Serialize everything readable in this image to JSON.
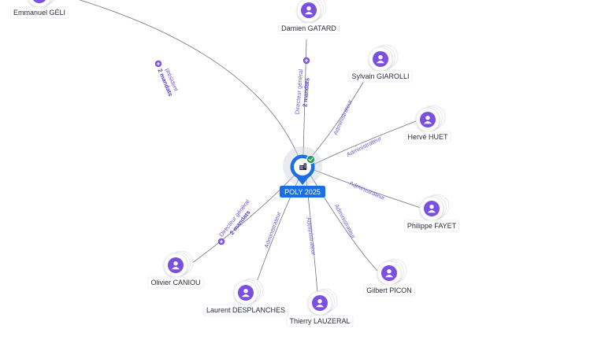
{
  "company": {
    "name": "POLY 2025",
    "verified": true,
    "icon": "building-icon",
    "accent_color": "#1a6fe6"
  },
  "colors": {
    "person_avatar": "#7b4fe0",
    "edge": "#6f7387",
    "relation_text": "#7457d9",
    "verified_badge": "#21a05a"
  },
  "people": [
    {
      "name": "Emmanuel GÉLI",
      "role": "président",
      "mandats": "2 mandats"
    },
    {
      "name": "Damien GATARD",
      "role": "Directeur général",
      "mandats": "2 mandats"
    },
    {
      "name": "Sylvain GIAROLLI",
      "role": "Administrateur",
      "mandats": ""
    },
    {
      "name": "Hervé HUET",
      "role": "Administrateur",
      "mandats": ""
    },
    {
      "name": "Philippe FAYET",
      "role": "Administrateur",
      "mandats": ""
    },
    {
      "name": "Gilbert PICON",
      "role": "Administrateur",
      "mandats": ""
    },
    {
      "name": "Thierry LAUZERAL",
      "role": "Administrateur",
      "mandats": ""
    },
    {
      "name": "Laurent DESPLANCHES",
      "role": "Administrateur",
      "mandats": ""
    },
    {
      "name": "Olivier CANIOU",
      "role": "Directeur général",
      "mandats": "2 mandats"
    }
  ]
}
